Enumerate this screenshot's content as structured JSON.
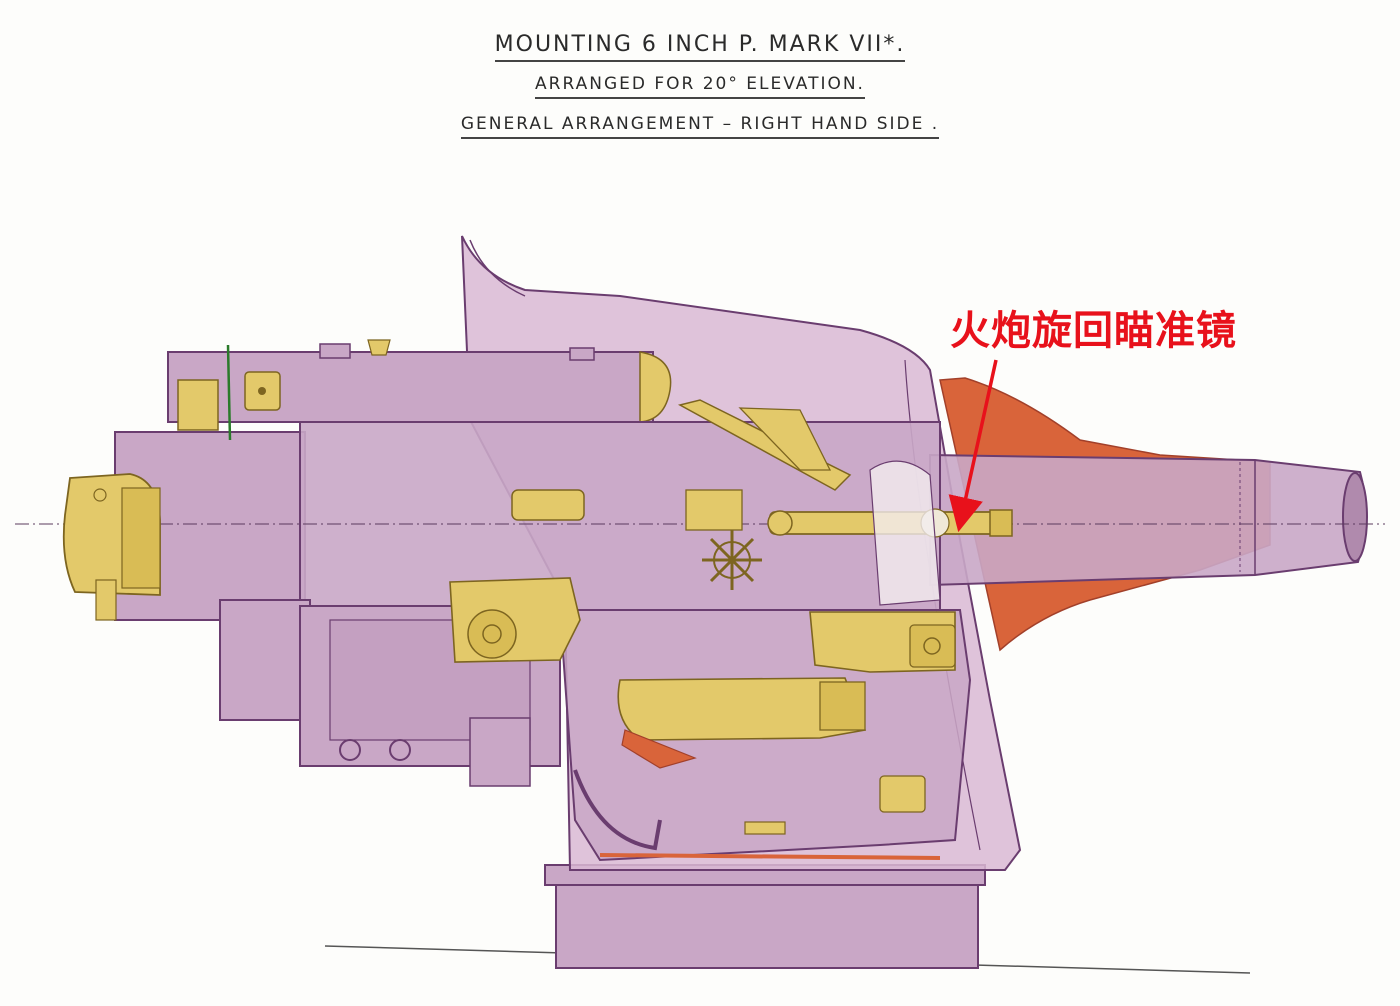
{
  "title": {
    "line1": "MOUNTING 6 INCH P. MARK VII*.",
    "line2": "ARRANGED FOR 20° ELEVATION.",
    "line3": "GENERAL ARRANGEMENT – RIGHT HAND SIDE ."
  },
  "annotation": {
    "label": "火炮旋回瞄准镜",
    "color": "#e8111b"
  },
  "colors": {
    "body": "#c9a7c6",
    "outline": "#6a3d6f",
    "brass": "#e3c96a",
    "brass_outline": "#7d6520",
    "canvas": "#d9643a",
    "shield": "#d9b8d4"
  }
}
